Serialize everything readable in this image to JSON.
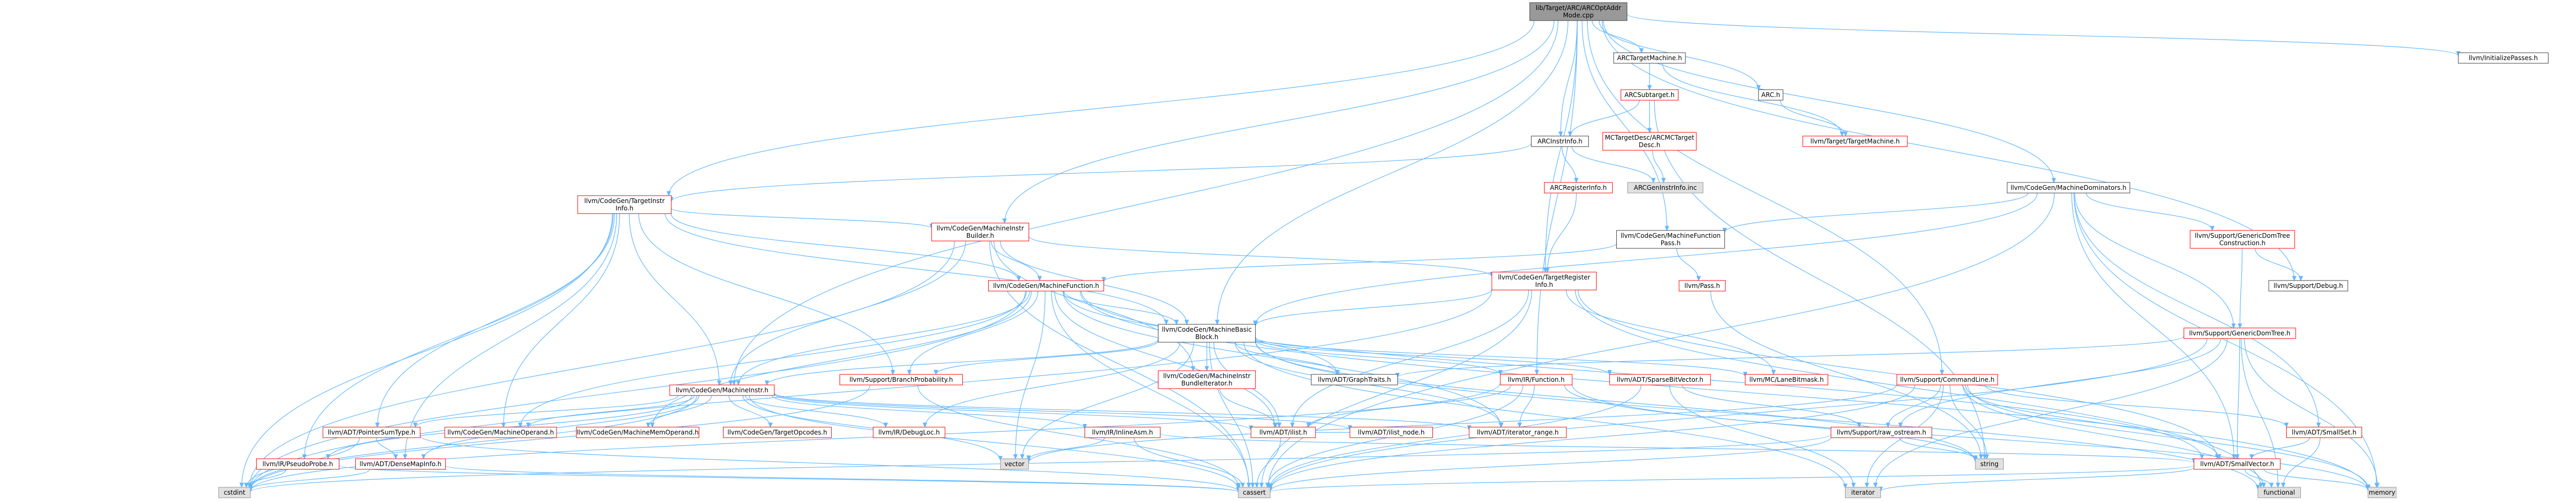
{
  "graph": {
    "colors": {
      "edge": "#63b8ff",
      "root_fill": "#999999",
      "node_fill": "#ffffff",
      "gray_fill": "#e0e0e0",
      "red_border": "#ff0000",
      "dark_border": "#404040",
      "gray_border": "#999999"
    },
    "nodes": [
      {
        "id": "root",
        "lines": [
          "lib/Target/ARC/ARCOptAddr",
          "Mode.cpp"
        ],
        "style": "root"
      },
      {
        "id": "initpasses",
        "lines": [
          "llvm/InitializePasses.h"
        ],
        "style": "normal"
      },
      {
        "id": "arctm",
        "lines": [
          "ARCTargetMachine.h"
        ],
        "style": "normal"
      },
      {
        "id": "arch",
        "lines": [
          "ARC.h"
        ],
        "style": "normal"
      },
      {
        "id": "arcsub",
        "lines": [
          "ARCSubtarget.h"
        ],
        "style": "red"
      },
      {
        "id": "mctd",
        "lines": [
          "MCTargetDesc/ARCMCTarget",
          "Desc.h"
        ],
        "style": "red"
      },
      {
        "id": "tgtmach",
        "lines": [
          "llvm/Target/TargetMachine.h"
        ],
        "style": "red"
      },
      {
        "id": "arcinstr",
        "lines": [
          "ARCInstrInfo.h"
        ],
        "style": "normal"
      },
      {
        "id": "arcgen",
        "lines": [
          "ARCGenInstrInfo.inc"
        ],
        "style": "gray"
      },
      {
        "id": "arcreg",
        "lines": [
          "ARCRegisterInfo.h"
        ],
        "style": "red"
      },
      {
        "id": "tii",
        "lines": [
          "llvm/CodeGen/TargetInstr",
          "Info.h"
        ],
        "style": "red"
      },
      {
        "id": "mib",
        "lines": [
          "llvm/CodeGen/MachineInstr",
          "Builder.h"
        ],
        "style": "red"
      },
      {
        "id": "mdom",
        "lines": [
          "llvm/CodeGen/MachineDominators.h"
        ],
        "style": "normal"
      },
      {
        "id": "mfpass",
        "lines": [
          "llvm/CodeGen/MachineFunction",
          "Pass.h"
        ],
        "style": "normal"
      },
      {
        "id": "gdtc",
        "lines": [
          "llvm/Support/GenericDomTree",
          "Construction.h"
        ],
        "style": "red"
      },
      {
        "id": "tri",
        "lines": [
          "llvm/CodeGen/TargetRegister",
          "Info.h"
        ],
        "style": "red"
      },
      {
        "id": "mf",
        "lines": [
          "llvm/CodeGen/MachineFunction.h"
        ],
        "style": "red"
      },
      {
        "id": "pass",
        "lines": [
          "llvm/Pass.h"
        ],
        "style": "red"
      },
      {
        "id": "debug",
        "lines": [
          "llvm/Support/Debug.h"
        ],
        "style": "normal"
      },
      {
        "id": "mbb",
        "lines": [
          "llvm/CodeGen/MachineBasic",
          "Block.h"
        ],
        "style": "normal"
      },
      {
        "id": "gdt",
        "lines": [
          "llvm/Support/GenericDomTree.h"
        ],
        "style": "red"
      },
      {
        "id": "bp",
        "lines": [
          "llvm/Support/BranchProbability.h"
        ],
        "style": "red"
      },
      {
        "id": "mibundle",
        "lines": [
          "llvm/CodeGen/MachineInstr",
          "BundleIterator.h"
        ],
        "style": "red"
      },
      {
        "id": "graphtraits",
        "lines": [
          "llvm/ADT/GraphTraits.h"
        ],
        "style": "normal"
      },
      {
        "id": "irfunc",
        "lines": [
          "llvm/IR/Function.h"
        ],
        "style": "red"
      },
      {
        "id": "sbv",
        "lines": [
          "llvm/ADT/SparseBitVector.h"
        ],
        "style": "red"
      },
      {
        "id": "lanebm",
        "lines": [
          "llvm/MC/LaneBitmask.h"
        ],
        "style": "red"
      },
      {
        "id": "cmdline",
        "lines": [
          "llvm/Support/CommandLine.h"
        ],
        "style": "red"
      },
      {
        "id": "mi",
        "lines": [
          "llvm/CodeGen/MachineInstr.h"
        ],
        "style": "red"
      },
      {
        "id": "ptrsum",
        "lines": [
          "llvm/ADT/PointerSumType.h"
        ],
        "style": "red"
      },
      {
        "id": "mo",
        "lines": [
          "llvm/CodeGen/MachineOperand.h"
        ],
        "style": "red"
      },
      {
        "id": "mmo",
        "lines": [
          "llvm/CodeGen/MachineMemOperand.h"
        ],
        "style": "red"
      },
      {
        "id": "tops",
        "lines": [
          "llvm/CodeGen/TargetOpcodes.h"
        ],
        "style": "red"
      },
      {
        "id": "debugloc",
        "lines": [
          "llvm/IR/DebugLoc.h"
        ],
        "style": "red"
      },
      {
        "id": "inlineasm",
        "lines": [
          "llvm/IR/InlineAsm.h"
        ],
        "style": "red"
      },
      {
        "id": "ilist",
        "lines": [
          "llvm/ADT/ilist.h"
        ],
        "style": "red"
      },
      {
        "id": "ilistnode",
        "lines": [
          "llvm/ADT/ilist_node.h"
        ],
        "style": "red"
      },
      {
        "id": "iterrange",
        "lines": [
          "llvm/ADT/iterator_range.h"
        ],
        "style": "red"
      },
      {
        "id": "rawos",
        "lines": [
          "llvm/Support/raw_ostream.h"
        ],
        "style": "red"
      },
      {
        "id": "smallset",
        "lines": [
          "llvm/ADT/SmallSet.h"
        ],
        "style": "red"
      },
      {
        "id": "smallvec",
        "lines": [
          "llvm/ADT/SmallVector.h"
        ],
        "style": "red"
      },
      {
        "id": "pseudoprobe",
        "lines": [
          "llvm/IR/PseudoProbe.h"
        ],
        "style": "red"
      },
      {
        "id": "densemap",
        "lines": [
          "llvm/ADT/DenseMapInfo.h"
        ],
        "style": "red"
      },
      {
        "id": "vector",
        "lines": [
          "vector"
        ],
        "style": "gray"
      },
      {
        "id": "cstdint",
        "lines": [
          "cstdint"
        ],
        "style": "gray"
      },
      {
        "id": "cassert",
        "lines": [
          "cassert"
        ],
        "style": "gray"
      },
      {
        "id": "string",
        "lines": [
          "string"
        ],
        "style": "gray"
      },
      {
        "id": "iterator",
        "lines": [
          "iterator"
        ],
        "style": "gray"
      },
      {
        "id": "functional",
        "lines": [
          "functional"
        ],
        "style": "gray"
      },
      {
        "id": "memory",
        "lines": [
          "memory"
        ],
        "style": "gray"
      }
    ],
    "edges": [
      [
        "root",
        "initpasses"
      ],
      [
        "root",
        "arctm"
      ],
      [
        "root",
        "arch"
      ],
      [
        "root",
        "arcinstr"
      ],
      [
        "root",
        "mib"
      ],
      [
        "root",
        "mdom"
      ],
      [
        "root",
        "mfpass"
      ],
      [
        "root",
        "tri"
      ],
      [
        "root",
        "mbb"
      ],
      [
        "root",
        "mi"
      ],
      [
        "root",
        "irfunc"
      ],
      [
        "root",
        "cmdline"
      ],
      [
        "root",
        "debug"
      ],
      [
        "root",
        "tii"
      ],
      [
        "arctm",
        "arcsub"
      ],
      [
        "arctm",
        "tgtmach"
      ],
      [
        "arch",
        "tgtmach"
      ],
      [
        "arcsub",
        "mctd"
      ],
      [
        "arcsub",
        "arcinstr"
      ],
      [
        "arcsub",
        "string"
      ],
      [
        "mctd",
        "arcgen"
      ],
      [
        "arcinstr",
        "arcgen"
      ],
      [
        "arcinstr",
        "arcreg"
      ],
      [
        "arcinstr",
        "tii"
      ],
      [
        "arcreg",
        "tri"
      ],
      [
        "tii",
        "mib"
      ],
      [
        "tii",
        "mf"
      ],
      [
        "tii",
        "mbb"
      ],
      [
        "tii",
        "mi"
      ],
      [
        "tii",
        "bp"
      ],
      [
        "tii",
        "mo"
      ],
      [
        "tii",
        "ptrsum"
      ],
      [
        "tii",
        "densemap"
      ],
      [
        "tii",
        "pseudoprobe"
      ],
      [
        "tii",
        "cstdint"
      ],
      [
        "mib",
        "mf"
      ],
      [
        "mib",
        "tri"
      ],
      [
        "mib",
        "mi"
      ],
      [
        "mib",
        "mbb"
      ],
      [
        "mib",
        "mibundle"
      ],
      [
        "mib",
        "cassert"
      ],
      [
        "mib",
        "cstdint"
      ],
      [
        "mdom",
        "gdtc"
      ],
      [
        "mdom",
        "gdt"
      ],
      [
        "mdom",
        "mfpass"
      ],
      [
        "mdom",
        "mbb"
      ],
      [
        "mdom",
        "smallset"
      ],
      [
        "mdom",
        "smallvec"
      ],
      [
        "mdom",
        "cassert"
      ],
      [
        "mdom",
        "memory"
      ],
      [
        "mfpass",
        "pass"
      ],
      [
        "mfpass",
        "mf"
      ],
      [
        "gdtc",
        "debug"
      ],
      [
        "gdtc",
        "gdt"
      ],
      [
        "tri",
        "mbb"
      ],
      [
        "tri",
        "lanebm"
      ],
      [
        "tri",
        "smallvec"
      ],
      [
        "tri",
        "cstdint"
      ],
      [
        "tri",
        "cassert"
      ],
      [
        "tri",
        "functional"
      ],
      [
        "tri",
        "ilist"
      ],
      [
        "mf",
        "mbb"
      ],
      [
        "mf",
        "mi"
      ],
      [
        "mf",
        "mo"
      ],
      [
        "mf",
        "mmo"
      ],
      [
        "mf",
        "ilist"
      ],
      [
        "mf",
        "iterrange"
      ],
      [
        "mf",
        "smallvec"
      ],
      [
        "mf",
        "cassert"
      ],
      [
        "mf",
        "cstdint"
      ],
      [
        "mf",
        "memory"
      ],
      [
        "mf",
        "vector"
      ],
      [
        "mf",
        "graphtraits"
      ],
      [
        "mf",
        "bp"
      ],
      [
        "pass",
        "string"
      ],
      [
        "mbb",
        "mi"
      ],
      [
        "mbb",
        "bp"
      ],
      [
        "mbb",
        "mibundle"
      ],
      [
        "mbb",
        "graphtraits"
      ],
      [
        "mbb",
        "irfunc"
      ],
      [
        "mbb",
        "sbv"
      ],
      [
        "mbb",
        "lanebm"
      ],
      [
        "mbb",
        "ilist"
      ],
      [
        "mbb",
        "iterrange"
      ],
      [
        "mbb",
        "debugloc"
      ],
      [
        "mbb",
        "cassert"
      ],
      [
        "mbb",
        "functional"
      ],
      [
        "mbb",
        "iterator"
      ],
      [
        "mbb",
        "string"
      ],
      [
        "mbb",
        "vector"
      ],
      [
        "gdt",
        "graphtraits"
      ],
      [
        "gdt",
        "smallvec"
      ],
      [
        "gdt",
        "rawos"
      ],
      [
        "gdt",
        "cassert"
      ],
      [
        "gdt",
        "iterator"
      ],
      [
        "gdt",
        "memory"
      ],
      [
        "gdt",
        "functional"
      ],
      [
        "bp",
        "cassert"
      ],
      [
        "bp",
        "cstdint"
      ],
      [
        "mibundle",
        "ilist"
      ],
      [
        "irfunc",
        "iterrange"
      ],
      [
        "irfunc",
        "ilist"
      ],
      [
        "irfunc",
        "cassert"
      ],
      [
        "irfunc",
        "cstdint"
      ],
      [
        "irfunc",
        "string"
      ],
      [
        "irfunc",
        "memory"
      ],
      [
        "sbv",
        "rawos"
      ],
      [
        "sbv",
        "cassert"
      ],
      [
        "sbv",
        "iterator"
      ],
      [
        "cmdline",
        "smallvec"
      ],
      [
        "cmdline",
        "smallset"
      ],
      [
        "cmdline",
        "rawos"
      ],
      [
        "cmdline",
        "cassert"
      ],
      [
        "cmdline",
        "functional"
      ],
      [
        "cmdline",
        "string"
      ],
      [
        "cmdline",
        "vector"
      ],
      [
        "cmdline",
        "iterator"
      ],
      [
        "cmdline",
        "memory"
      ],
      [
        "mi",
        "ptrsum"
      ],
      [
        "mi",
        "mo"
      ],
      [
        "mi",
        "mmo"
      ],
      [
        "mi",
        "tops"
      ],
      [
        "mi",
        "debugloc"
      ],
      [
        "mi",
        "inlineasm"
      ],
      [
        "mi",
        "ilist"
      ],
      [
        "mi",
        "ilistnode"
      ],
      [
        "mi",
        "iterrange"
      ],
      [
        "mi",
        "pseudoprobe"
      ],
      [
        "mi",
        "densemap"
      ],
      [
        "mi",
        "vector"
      ],
      [
        "mi",
        "cassert"
      ],
      [
        "mi",
        "cstdint"
      ],
      [
        "ptrsum",
        "densemap"
      ],
      [
        "ptrsum",
        "cassert"
      ],
      [
        "ptrsum",
        "cstdint"
      ],
      [
        "inlineasm",
        "smallvec"
      ],
      [
        "inlineasm",
        "cassert"
      ],
      [
        "inlineasm",
        "vector"
      ],
      [
        "ilist",
        "ilistnode"
      ],
      [
        "ilist",
        "cassert"
      ],
      [
        "rawos",
        "cassert"
      ],
      [
        "rawos",
        "cstdint"
      ],
      [
        "rawos",
        "string"
      ],
      [
        "smallset",
        "smallvec"
      ],
      [
        "smallset",
        "functional"
      ],
      [
        "smallvec",
        "cassert"
      ],
      [
        "smallvec",
        "functional"
      ],
      [
        "smallvec",
        "iterator"
      ],
      [
        "smallvec",
        "memory"
      ],
      [
        "pseudoprobe",
        "cassert"
      ],
      [
        "pseudoprobe",
        "cstdint"
      ],
      [
        "densemap",
        "cassert"
      ],
      [
        "densemap",
        "cstdint"
      ]
    ]
  }
}
